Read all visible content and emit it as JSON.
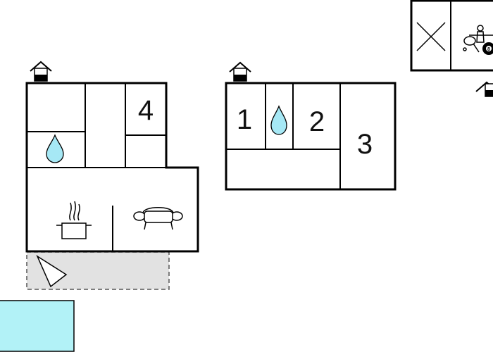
{
  "plan": {
    "building_a": {
      "room_label": "4",
      "features": [
        "bathroom-drop-icon",
        "kitchen-pot-icon",
        "sofa-icon",
        "terrace-triangle-icon"
      ]
    },
    "building_b": {
      "room_labels": [
        "1",
        "2",
        "3"
      ],
      "features": [
        "bathroom-drop-icon"
      ]
    },
    "building_c": {
      "features": [
        "closed-area-x-icon",
        "foosball-icon",
        "table-tennis-icon",
        "billiard-ball-icon"
      ],
      "ball_number": "8"
    },
    "pool": {}
  },
  "colors": {
    "wall": "#000000",
    "water_drop": "#a6e8f5",
    "pool": "#b2f2f7",
    "terrace": "#e2e2e2",
    "entrance_icon": "#000000"
  }
}
